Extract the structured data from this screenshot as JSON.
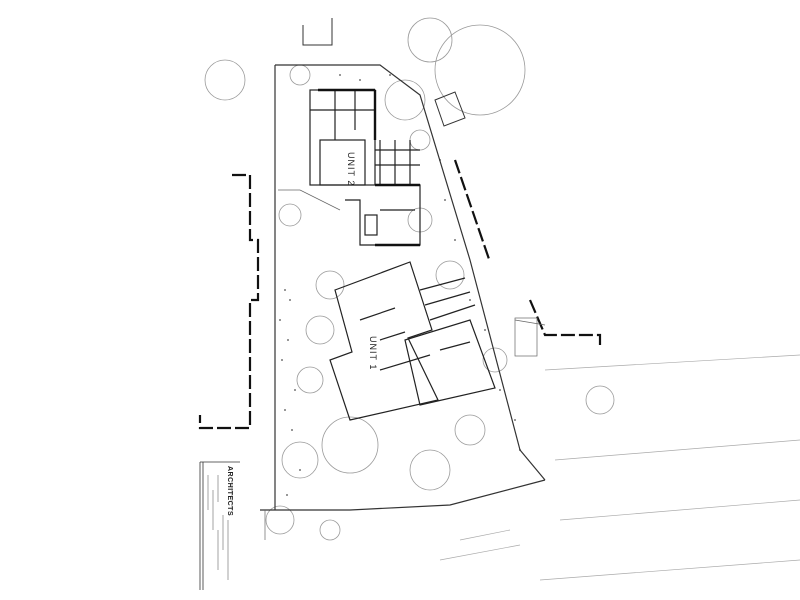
{
  "drawing": {
    "unit_labels": [
      "UNIT 2",
      "UNIT 1"
    ]
  },
  "title_block": {
    "firm": "ARCHITECTS"
  },
  "colors": {
    "ink": "#111111",
    "line": "#333333",
    "light_line": "#9a9a9a",
    "paper": "#ffffff"
  }
}
